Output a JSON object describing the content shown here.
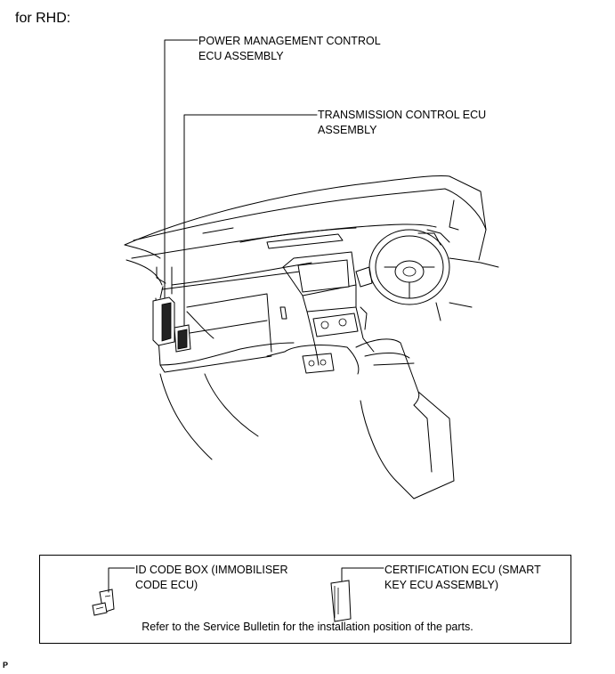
{
  "header": {
    "title": "for RHD:"
  },
  "callouts": {
    "power_management": {
      "line1": "POWER MANAGEMENT CONTROL",
      "line2": "ECU ASSEMBLY"
    },
    "transmission": {
      "line1": "TRANSMISSION CONTROL ECU",
      "line2": "ASSEMBLY"
    }
  },
  "legend": {
    "id_code_box": {
      "line1": "ID CODE BOX (IMMOBILISER",
      "line2": "CODE ECU)"
    },
    "certification": {
      "line1": "CERTIFICATION ECU (SMART",
      "line2": "KEY ECU ASSEMBLY)"
    },
    "note": "Refer to the Service Bulletin for the installation position of the parts."
  },
  "footer": {
    "mark": "P"
  }
}
